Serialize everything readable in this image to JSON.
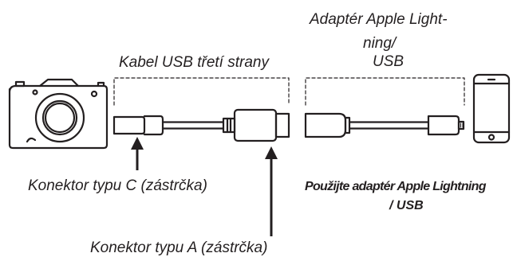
{
  "labels": {
    "adapter_line1": "Adaptér Apple Light-",
    "adapter_line2": "ning/",
    "adapter_line3": "USB",
    "cable": "Kabel USB třetí strany",
    "connector_c": "Konektor typu C (zástrčka)",
    "connector_a": "Konektor typu A (zástrčka)",
    "note_line1": "Použijte adaptér Apple Lightning",
    "note_line2": "/ USB"
  },
  "icons": {
    "camera": "camera-icon",
    "phone": "smartphone-icon"
  },
  "colors": {
    "ink": "#231f20",
    "background": "#ffffff"
  }
}
